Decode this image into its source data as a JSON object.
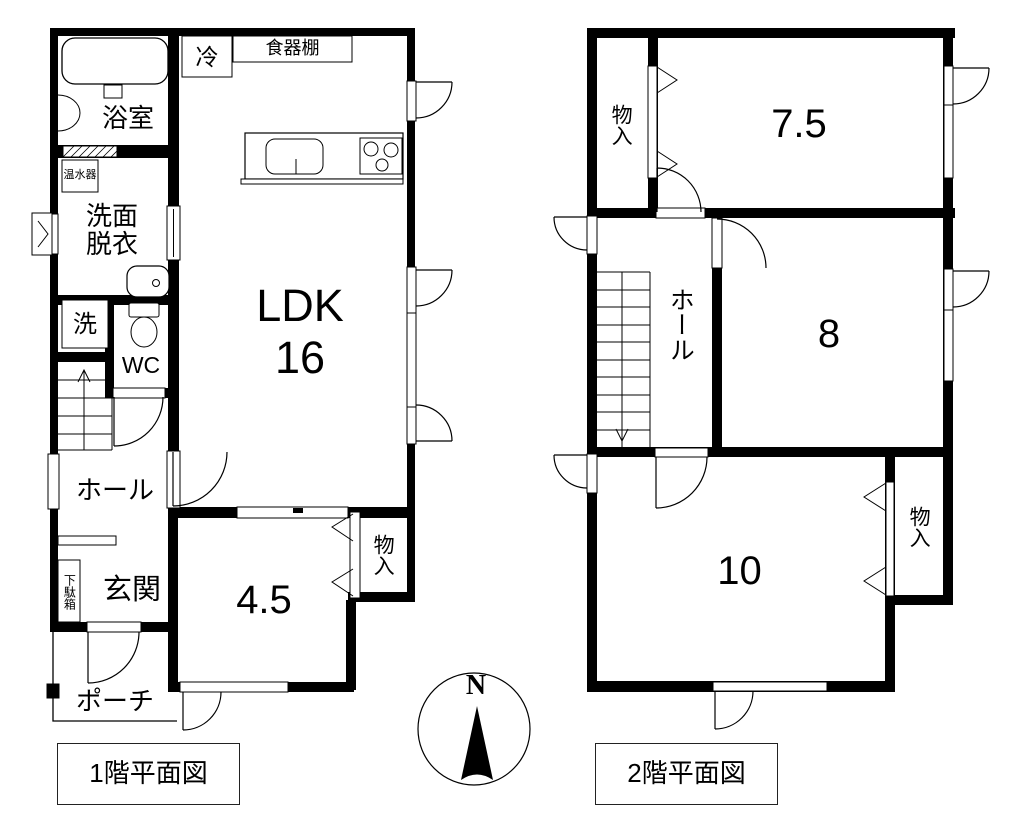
{
  "floor1": {
    "caption": "1階平面図",
    "labels": {
      "bath": "浴室",
      "water_heater": "温水器",
      "washroom": "洗面\n脱衣",
      "washer": "洗",
      "wc": "WC",
      "hall": "ホール",
      "entrance": "玄関",
      "shoe_box": "下駄箱",
      "fridge": "冷",
      "cupboard": "食器棚",
      "ldk": "LDK",
      "ldk_size": "16",
      "room_45": "4.5",
      "closet": "物入",
      "porch": "ポーチ"
    }
  },
  "floor2": {
    "caption": "2階平面図",
    "labels": {
      "closet_a": "物入",
      "room_75": "7.5",
      "hall": "ホール",
      "room_8": "8",
      "room_10": "10",
      "closet_b": "物入"
    }
  },
  "compass": {
    "north_label": "N"
  },
  "colors": {
    "wall": "#000000",
    "bg": "#ffffff"
  }
}
